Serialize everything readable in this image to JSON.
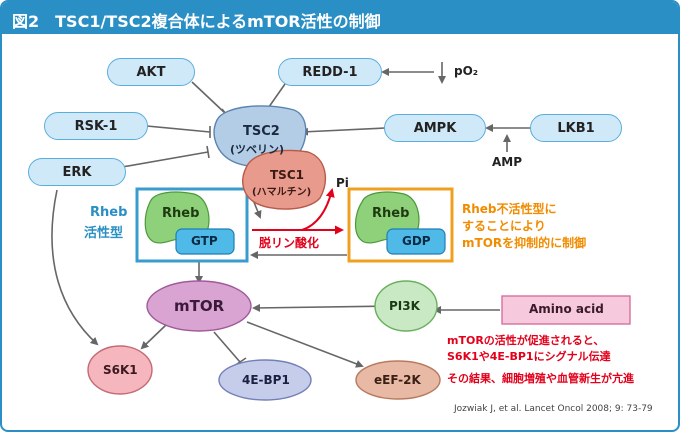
{
  "title": "図2　TSC1/TSC2複合体によるmTOR活性の制御",
  "nodes": {
    "akt": "AKT",
    "redd1": "REDD-1",
    "po2": "pO₂",
    "rsk1": "RSK-1",
    "erk": "ERK",
    "ampk": "AMPK",
    "lkb1": "LKB1",
    "amp": "AMP",
    "tsc2": "TSC2",
    "tsc2_sub": "(ツベリン)",
    "tsc1": "TSC1",
    "tsc1_sub": "(ハマルチン)",
    "pi": "Pi",
    "rheb_active": "Rheb",
    "gtp": "GTP",
    "rheb_inactive": "Rheb",
    "gdp": "GDP",
    "dephospho": "脱リン酸化",
    "mtor": "mTOR",
    "pi3k": "PI3K",
    "amino_acid": "Amino acid",
    "s6k1": "S6K1",
    "ebp1": "4E-BP1",
    "eef2k": "eEF-2K"
  },
  "labels": {
    "rheb_active_line1": "Rheb",
    "rheb_active_line2": "活性型",
    "rheb_inactive_line1": "Rheb不活性型に",
    "rheb_inactive_line2": "することにより",
    "rheb_inactive_line3": "mTORを抑制的に制御",
    "note_line1": "mTORの活性が促進されると、",
    "note_line2": "S6K1や4E-BP1にシグナル伝達",
    "note_line3": "その結果、細胞増殖や血管新生が亢進",
    "citation": "Jozwiak J, et al. Lancet Oncol 2008; 9: 73-79"
  },
  "colors": {
    "frame": "#2a8fc4",
    "pill_fill": "#cfe9f8",
    "pill_stroke": "#5aaedc",
    "tsc2_fill": "#b3cde6",
    "tsc1_fill": "#e89a8c",
    "rheb_fill": "#8fd07a",
    "gtp_fill": "#4fb9e8",
    "active_box": "#3a9ccc",
    "inactive_box": "#f0a020",
    "mtor_fill": "#d9a3d2",
    "s6k1_fill": "#f5b6bd",
    "ebp1_fill": "#c5cdeb",
    "eef2k_fill": "#e8b9a4",
    "pi3k_fill": "#c9e8c4",
    "amino_fill": "#f6c9dd",
    "red_text": "#e3001b",
    "orange_text": "#f08c00",
    "blue_text": "#2a8fc4",
    "arrow": "#666666"
  }
}
